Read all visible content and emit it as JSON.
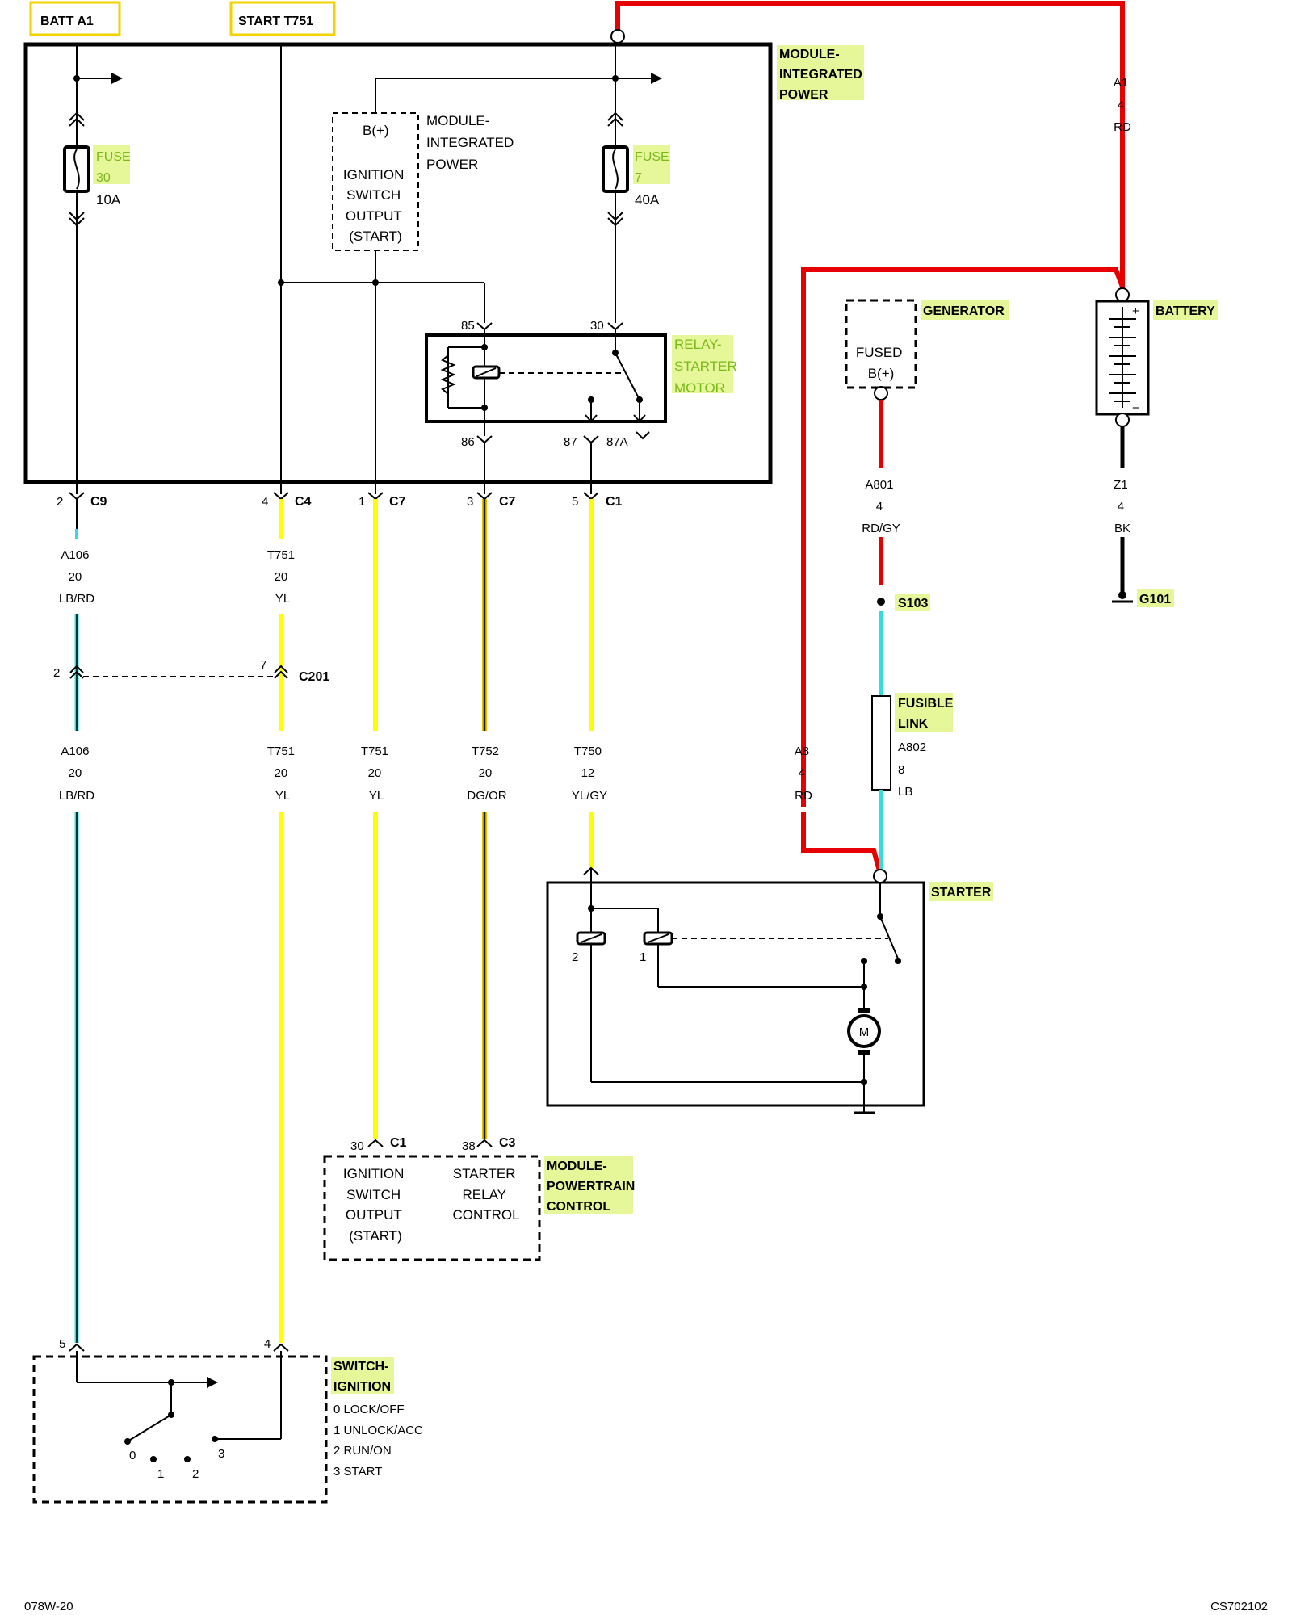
{
  "headers": {
    "batt": "BATT A1",
    "start": "START T751"
  },
  "modules": {
    "mip": {
      "title_lines": [
        "MODULE-",
        "INTEGRATED",
        "POWER"
      ]
    },
    "mip_internal": {
      "lines": [
        "MODULE-",
        "INTEGRATED",
        "POWER"
      ]
    },
    "ign_out": {
      "bplus": "B(+)",
      "lines": [
        "IGNITION",
        "SWITCH",
        "OUTPUT",
        "(START)"
      ]
    },
    "pcm": {
      "title_lines": [
        "MODULE-",
        "POWERTRAIN",
        "CONTROL"
      ],
      "left_lines": [
        "IGNITION",
        "SWITCH",
        "OUTPUT",
        "(START)"
      ],
      "right_lines": [
        "STARTER",
        "RELAY",
        "CONTROL"
      ]
    }
  },
  "fuses": {
    "f30": {
      "label": "FUSE",
      "num": "30",
      "rating": "10A"
    },
    "f7": {
      "label": "FUSE",
      "num": "7",
      "rating": "40A"
    }
  },
  "relay": {
    "title_lines": [
      "RELAY-",
      "STARTER",
      "MOTOR"
    ],
    "pins": {
      "p85": "85",
      "p30": "30",
      "p86": "86",
      "p87": "87",
      "p87a": "87A"
    }
  },
  "connectors": {
    "c9": {
      "pin": "2",
      "name": "C9"
    },
    "c4": {
      "pin": "4",
      "name": "C4"
    },
    "c7a": {
      "pin": "1",
      "name": "C7"
    },
    "c7b": {
      "pin": "3",
      "name": "C7"
    },
    "c1": {
      "pin": "5",
      "name": "C1"
    },
    "c201": {
      "pin_left": "2",
      "pin_right": "7",
      "name": "C201"
    },
    "pcm_c1": {
      "pin": "30",
      "name": "C1"
    },
    "pcm_c3": {
      "pin": "38",
      "name": "C3"
    },
    "sw_left": {
      "pin": "5"
    },
    "sw_right": {
      "pin": "4"
    }
  },
  "wires": {
    "a106_top": [
      "A106",
      "20",
      "LB/RD"
    ],
    "t751_top": [
      "T751",
      "20",
      "YL"
    ],
    "a106_bot": [
      "A106",
      "20",
      "LB/RD"
    ],
    "t751_bot": [
      "T751",
      "20",
      "YL"
    ],
    "t751_c": [
      "T751",
      "20",
      "YL"
    ],
    "t752": [
      "T752",
      "20",
      "DG/OR"
    ],
    "t750": [
      "T750",
      "12",
      "YL/GY"
    ],
    "a8": [
      "A8",
      "4",
      "RD"
    ],
    "a1": [
      "A1",
      "4",
      "RD"
    ],
    "a801": [
      "A801",
      "4",
      "RD/GY"
    ],
    "z1": [
      "Z1",
      "4",
      "BK"
    ],
    "a802": {
      "label1": "FUSIBLE",
      "label2": "LINK",
      "lines": [
        "A802",
        "8",
        "LB"
      ]
    }
  },
  "generator": {
    "title": "GENERATOR",
    "lines": [
      "FUSED",
      "B(+)"
    ]
  },
  "battery": {
    "title": "BATTERY",
    "plus": "+",
    "minus": "−"
  },
  "splice": "S103",
  "ground": "G101",
  "starter": {
    "title": "STARTER",
    "pin2": "2",
    "pin1": "1",
    "motor": "M"
  },
  "switch": {
    "title_lines": [
      "SWITCH-",
      "IGNITION"
    ],
    "positions": [
      "0 LOCK/OFF",
      "1 UNLOCK/ACC",
      "2 RUN/ON",
      "3 START"
    ],
    "contact_labels": [
      "0",
      "1",
      "2",
      "3"
    ]
  },
  "footer": {
    "left": "078W-20",
    "right": "CS702102"
  },
  "colors": {
    "red": "#e60000",
    "yellow": "#ffff00",
    "cyan": "#33dddd",
    "highlight": "#e6f79a",
    "green": "#7bb81b"
  }
}
